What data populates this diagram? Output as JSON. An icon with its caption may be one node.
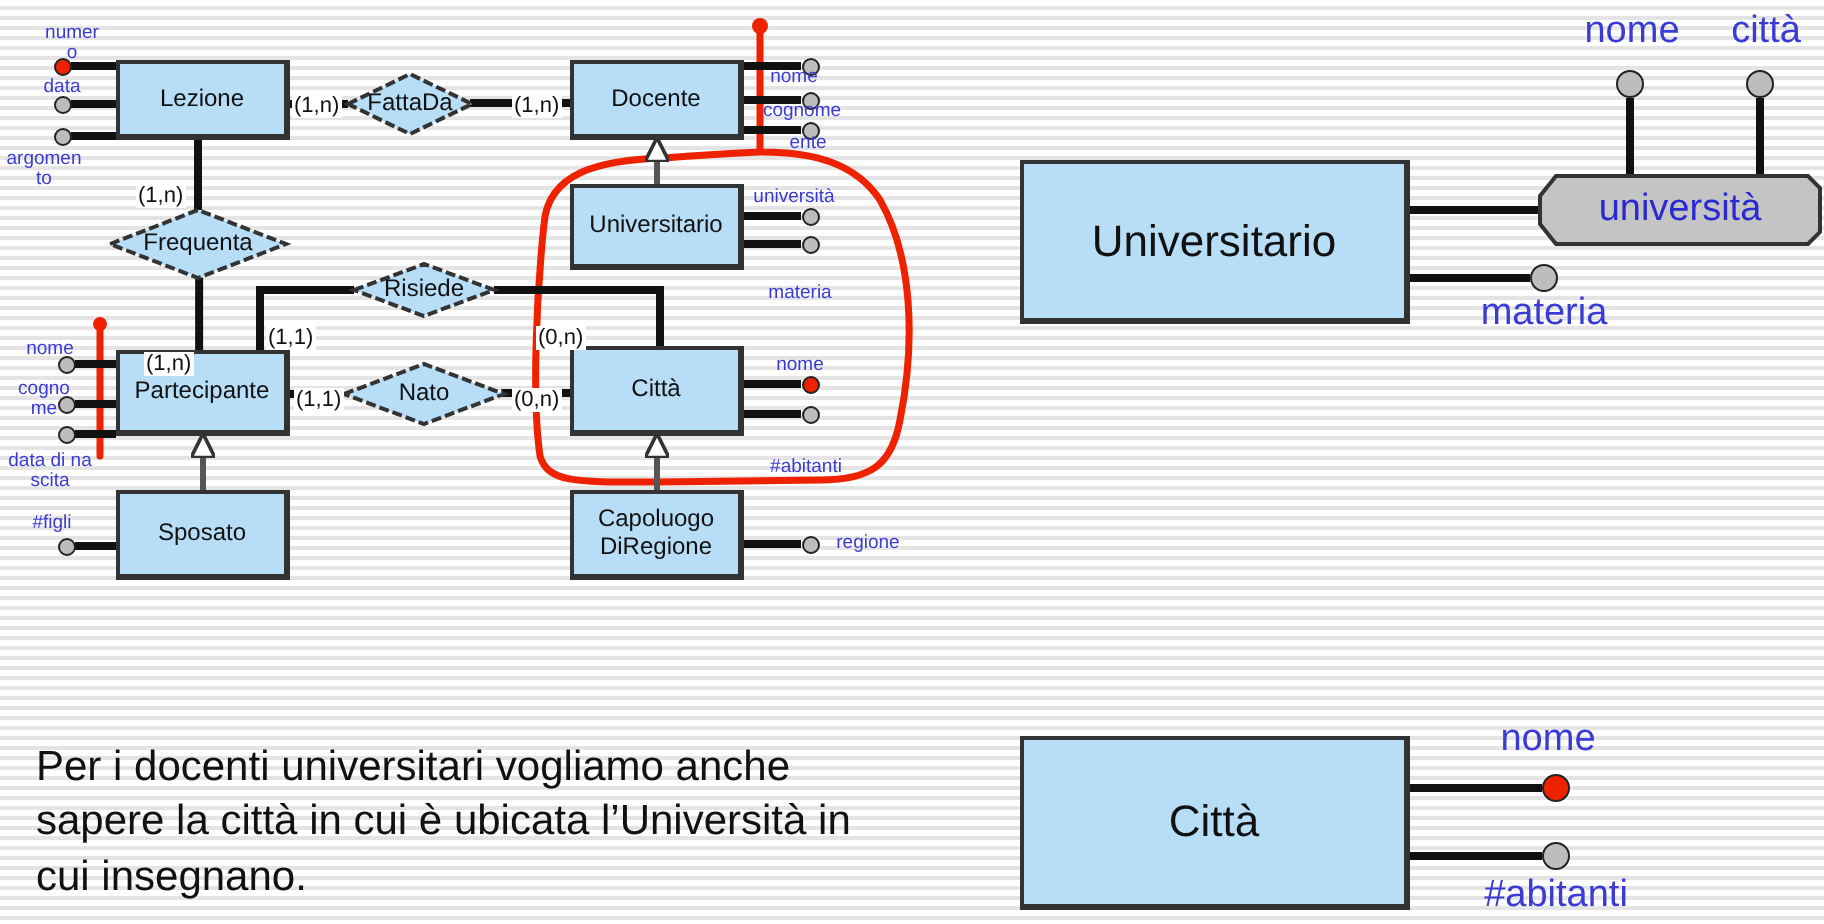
{
  "diagram": {
    "nodes": [
      {
        "text": [
          "Lezione"
        ]
      },
      {
        "text": [
          "FattaDa"
        ]
      },
      {
        "text": [
          "Docente"
        ]
      },
      {
        "text": [
          "Frequenta"
        ]
      },
      {
        "text": [
          "Risiede"
        ]
      },
      {
        "text": [
          "Universitario"
        ]
      },
      {
        "text": [
          "Partecipante"
        ]
      },
      {
        "text": [
          "Nato"
        ]
      },
      {
        "text": [
          "Città"
        ]
      },
      {
        "text": [
          "Sposato"
        ]
      },
      {
        "text": [
          "Capoluogo DiRegione"
        ]
      },
      {
        "text": [],
        "shape": "circle",
        "beside": [
          "numero"
        ]
      },
      {
        "text": [],
        "shape": "circle",
        "beside": [
          "data"
        ]
      },
      {
        "text": [],
        "shape": "circle",
        "beside": [
          "argomento"
        ]
      },
      {
        "text": [],
        "shape": "circle",
        "beside": [
          "nome"
        ]
      },
      {
        "text": [],
        "shape": "circle",
        "beside": [
          "cognome"
        ]
      },
      {
        "text": [],
        "shape": "circle",
        "beside": [
          "ente"
        ]
      },
      {
        "text": [],
        "shape": "circle",
        "beside": [
          "università"
        ]
      },
      {
        "text": [],
        "shape": "circle",
        "beside": [
          "materia"
        ]
      },
      {
        "text": [],
        "shape": "circle",
        "beside": [
          "nome"
        ]
      },
      {
        "text": [],
        "shape": "circle",
        "beside": [
          "cognome"
        ]
      },
      {
        "text": [],
        "shape": "circle",
        "beside": [
          "data di nascita"
        ]
      },
      {
        "text": [],
        "shape": "circle",
        "beside": [
          "#figli"
        ]
      },
      {
        "text": [],
        "shape": "circle",
        "beside": [
          "nome"
        ]
      },
      {
        "text": [],
        "shape": "circle",
        "beside": [
          "#abitanti"
        ]
      },
      {
        "text": [],
        "shape": "circle",
        "beside": [
          "regione"
        ]
      },
      {
        "text": [
          "Universitario"
        ]
      },
      {
        "text": [
          "università"
        ]
      },
      {
        "text": [],
        "shape": "circle",
        "beside": [
          "nome"
        ]
      },
      {
        "text": [],
        "shape": "circle",
        "beside": [
          "città"
        ]
      },
      {
        "text": [],
        "shape": "circle",
        "beside": [
          "materia"
        ]
      },
      {
        "text": [
          "Città"
        ]
      },
      {
        "text": [],
        "shape": "circle",
        "beside": [
          "nome"
        ]
      },
      {
        "text": [],
        "shape": "circle",
        "beside": [
          "#abitanti"
        ]
      }
    ],
    "edges": [
      {
        "from": 0,
        "to": 1,
        "arrow": "none",
        "label": "(1,n)"
      },
      {
        "from": 1,
        "to": 2,
        "arrow": "none",
        "label": "(1,n)"
      },
      {
        "from": 0,
        "to": 3,
        "arrow": "none",
        "label": "(1,n)"
      },
      {
        "from": 3,
        "to": 6,
        "arrow": "none",
        "label": "(1,n)"
      },
      {
        "from": 4,
        "to": 6,
        "arrow": "none",
        "label": "(1,1)"
      },
      {
        "from": 4,
        "to": 8,
        "arrow": "none",
        "label": "(0,n)"
      },
      {
        "from": 6,
        "to": 7,
        "arrow": "none",
        "label": "(1,1)"
      },
      {
        "from": 7,
        "to": 8,
        "arrow": "none",
        "label": "(0,n)"
      },
      {
        "from": 5,
        "to": 2,
        "arrow": "to"
      },
      {
        "from": 9,
        "to": 6,
        "arrow": "to"
      },
      {
        "from": 10,
        "to": 8,
        "arrow": "to"
      },
      {
        "from": 0,
        "to": 11,
        "arrow": "none"
      },
      {
        "from": 0,
        "to": 12,
        "arrow": "none"
      },
      {
        "from": 0,
        "to": 13,
        "arrow": "none"
      },
      {
        "from": 2,
        "to": 14,
        "arrow": "none"
      },
      {
        "from": 2,
        "to": 15,
        "arrow": "none"
      },
      {
        "from": 2,
        "to": 16,
        "arrow": "none"
      },
      {
        "from": 5,
        "to": 17,
        "arrow": "none"
      },
      {
        "from": 5,
        "to": 18,
        "arrow": "none"
      },
      {
        "from": 6,
        "to": 19,
        "arrow": "none"
      },
      {
        "from": 6,
        "to": 20,
        "arrow": "none"
      },
      {
        "from": 6,
        "to": 21,
        "arrow": "none"
      },
      {
        "from": 9,
        "to": 22,
        "arrow": "none"
      },
      {
        "from": 8,
        "to": 23,
        "arrow": "none"
      },
      {
        "from": 8,
        "to": 24,
        "arrow": "none"
      },
      {
        "from": 10,
        "to": 25,
        "arrow": "none"
      },
      {
        "from": 26,
        "to": 27,
        "arrow": "none"
      },
      {
        "from": 27,
        "to": 28,
        "arrow": "none"
      },
      {
        "from": 27,
        "to": 29,
        "arrow": "none"
      },
      {
        "from": 26,
        "to": 30,
        "arrow": "none"
      },
      {
        "from": 31,
        "to": 32,
        "arrow": "none"
      },
      {
        "from": 31,
        "to": 33,
        "arrow": "none"
      }
    ],
    "labels": [
      "Per i docenti universitari vogliamo anche sapere la città in cui è ubicata l’Università in cui insegnano."
    ]
  }
}
